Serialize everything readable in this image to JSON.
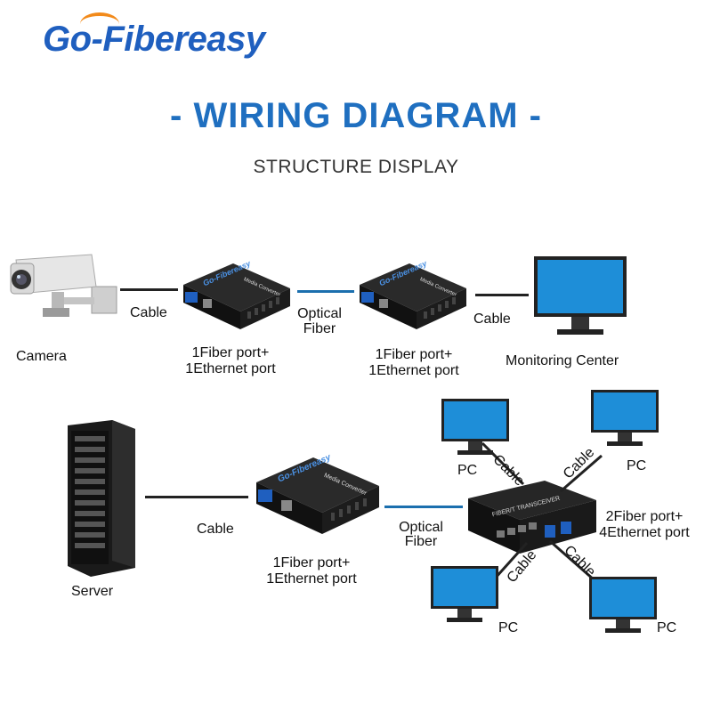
{
  "brand": {
    "logo_text": "Go-Fibereasy"
  },
  "header": {
    "title": "- WIRING DIAGRAM -",
    "subtitle": "STRUCTURE DISPLAY"
  },
  "colors": {
    "brand_blue": "#1f6fc0",
    "logo_orange": "#f28a1a",
    "fiber_line": "#1b6fae",
    "cable_line": "#222222"
  },
  "converter": {
    "brand": "Go-Fibereasy",
    "model": "Media Converter"
  },
  "switch_device": {
    "label": "FIBER/T TRANSCEIVER"
  },
  "diagram1": {
    "camera_label": "Camera",
    "cable_left": "Cable",
    "optical": [
      "Optical",
      "Fiber"
    ],
    "cable_right": "Cable",
    "monitor_label": "Monitoring Center",
    "converter_left_label": [
      "1Fiber port+",
      "1Ethernet port"
    ],
    "converter_right_label": [
      "1Fiber port+",
      "1Ethernet port"
    ]
  },
  "diagram2": {
    "server_label": "Server",
    "cable_label": "Cable",
    "converter_label": [
      "1Fiber port+",
      "1Ethernet port"
    ],
    "optical": [
      "Optical",
      "Fiber"
    ],
    "switch_label": [
      "2Fiber port+",
      "4Ethernet port"
    ],
    "pc_labels": [
      "PC",
      "PC",
      "PC",
      "PC"
    ],
    "cable_diag": [
      "Cable",
      "Cable",
      "Cable",
      "Cable"
    ]
  }
}
